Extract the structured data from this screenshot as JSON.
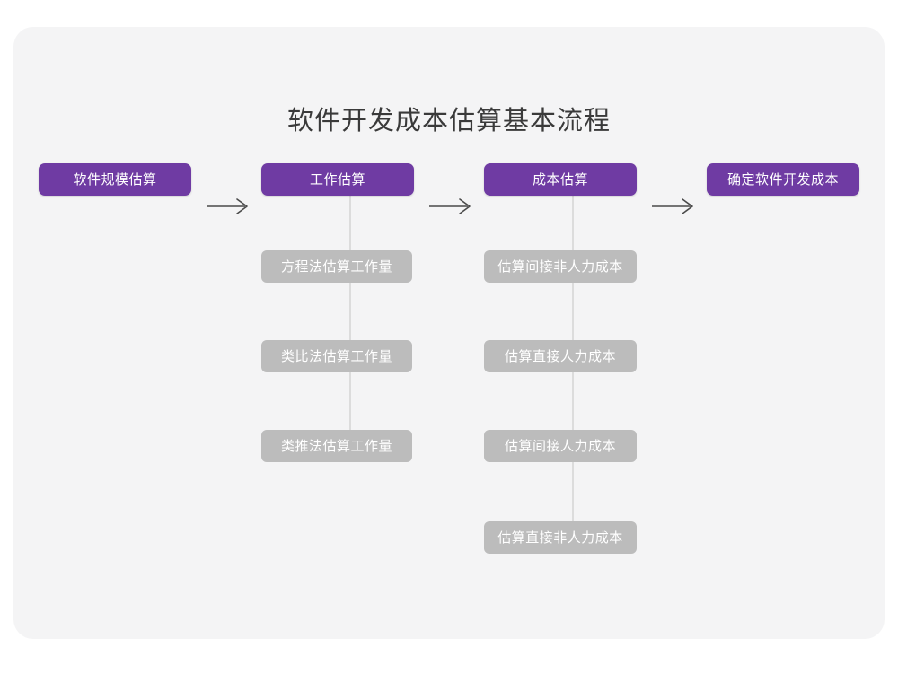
{
  "diagram": {
    "title": "软件开发成本估算基本流程",
    "type": "flowchart",
    "colors": {
      "canvas_background": "#f4f4f5",
      "page_background": "#ffffff",
      "primary_node": "#6f3ba3",
      "secondary_node": "#bcbcbc",
      "connector_line": "#dcdcdc",
      "title_text": "#3a3a3a",
      "node_text": "#ffffff",
      "arrow": "#4a4a4a"
    },
    "stages": [
      {
        "id": "stage-1",
        "label": "软件规模估算",
        "children": []
      },
      {
        "id": "stage-2",
        "label": "工作估算",
        "children": [
          {
            "id": "stage-2-sub-1",
            "label": "方程法估算工作量"
          },
          {
            "id": "stage-2-sub-2",
            "label": "类比法估算工作量"
          },
          {
            "id": "stage-2-sub-3",
            "label": "类推法估算工作量"
          }
        ]
      },
      {
        "id": "stage-3",
        "label": "成本估算",
        "children": [
          {
            "id": "stage-3-sub-1",
            "label": "估算间接非人力成本"
          },
          {
            "id": "stage-3-sub-2",
            "label": "估算直接人力成本"
          },
          {
            "id": "stage-3-sub-3",
            "label": "估算间接人力成本"
          },
          {
            "id": "stage-3-sub-4",
            "label": "估算直接非人力成本"
          }
        ]
      },
      {
        "id": "stage-4",
        "label": "确定软件开发成本",
        "children": []
      }
    ],
    "arrows": [
      {
        "id": "arrow-1",
        "glyph": "right-arrow-icon",
        "from": "stage-1",
        "to": "stage-2"
      },
      {
        "id": "arrow-2",
        "glyph": "right-arrow-icon",
        "from": "stage-2",
        "to": "stage-3"
      },
      {
        "id": "arrow-3",
        "glyph": "right-arrow-icon",
        "from": "stage-3",
        "to": "stage-4"
      }
    ]
  }
}
